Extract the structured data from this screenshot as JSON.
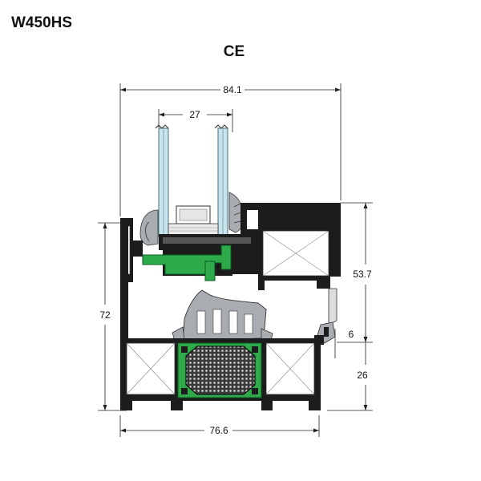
{
  "title": "W450HS",
  "certification": "CE",
  "dimensions": {
    "overall_top_width": "84.1",
    "glass_thickness": "27",
    "sash_height": "53.7",
    "overall_height": "72",
    "gap": "6",
    "frame_height": "26",
    "overall_bottom_width": "76.6"
  },
  "colors": {
    "profile_fill": "#1c1c1c",
    "gasket": "#2eaa4a",
    "gasket_outline": "#0a5a1f",
    "seal_gray": "#a9adb2",
    "glass": "#c9e3ec",
    "thermal_break": "#b5b5b5"
  }
}
